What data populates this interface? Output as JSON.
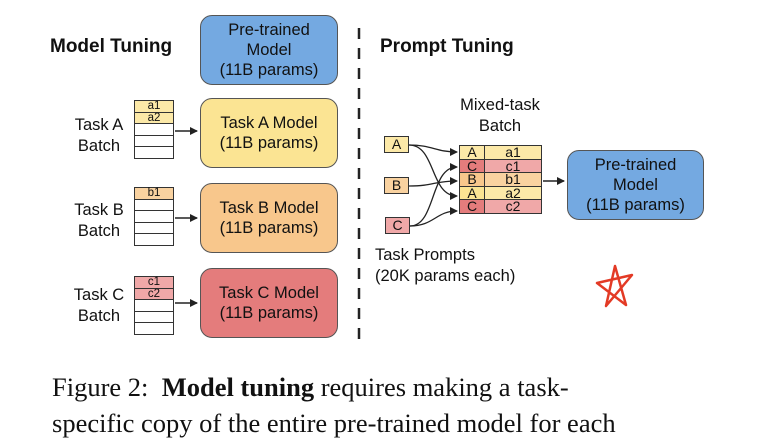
{
  "colors": {
    "blue": "#74a9e1",
    "yellow": "#fbe493",
    "orange": "#f8c78c",
    "red": "#e47c7c",
    "row_yellow": "#fce9a8",
    "row_orange": "#f9d2a0",
    "row_red": "#f0a8a8",
    "star": "#e33a25"
  },
  "model_tuning": {
    "heading": "Model Tuning",
    "pretrained": {
      "line1": "Pre-trained",
      "line2": "Model",
      "line3": "(11B params)"
    },
    "tasks": [
      {
        "label1": "Task A",
        "label2": "Batch",
        "rows": [
          "a1",
          "a2"
        ],
        "model1": "Task A Model",
        "model2": "(11B params)"
      },
      {
        "label1": "Task B",
        "label2": "Batch",
        "rows": [
          "b1"
        ],
        "model1": "Task B Model",
        "model2": "(11B params)"
      },
      {
        "label1": "Task C",
        "label2": "Batch",
        "rows": [
          "c1",
          "c2"
        ],
        "model1": "Task C Model",
        "model2": "(11B params)"
      }
    ]
  },
  "prompt_tuning": {
    "heading": "Prompt Tuning",
    "batch_label": {
      "line1": "Mixed-task",
      "line2": "Batch"
    },
    "prompts": [
      "A",
      "B",
      "C"
    ],
    "batch_rows": [
      {
        "task": "A",
        "item": "a1"
      },
      {
        "task": "C",
        "item": "c1"
      },
      {
        "task": "B",
        "item": "b1"
      },
      {
        "task": "A",
        "item": "a2"
      },
      {
        "task": "C",
        "item": "c2"
      }
    ],
    "model": {
      "line1": "Pre-trained",
      "line2": "Model",
      "line3": "(11B params)"
    },
    "prompts_label": {
      "line1": "Task Prompts",
      "line2": "(20K params each)"
    }
  },
  "caption": {
    "line1_prefix": "Figure 2:",
    "line1_bold": "Model tuning",
    "line1_rest": "requires making a task-",
    "line2": "specific copy of the entire pre-trained model for each"
  }
}
